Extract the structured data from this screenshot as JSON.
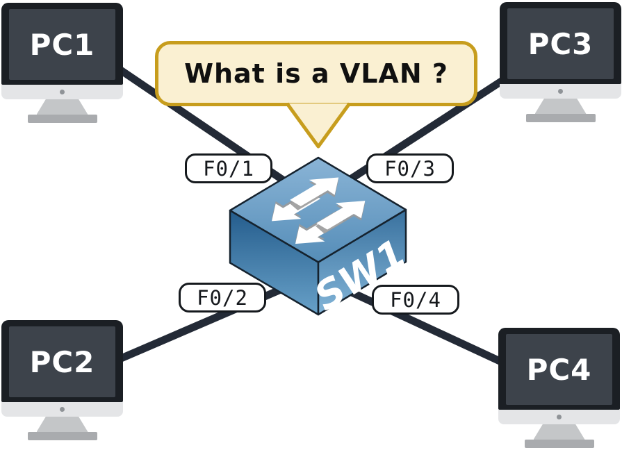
{
  "diagram": {
    "title_bubble": {
      "text": "What is a VLAN ?",
      "fill_color": "#FAF0D2",
      "border_color": "#C79D1D"
    },
    "switch": {
      "label": "SW1",
      "type": "ethernet-switch",
      "top_color": "#6FA3CA",
      "left_face_colors": [
        "#245C8C",
        "#68A1C8"
      ],
      "right_face_colors": [
        "#39719E",
        "#83B5D8"
      ],
      "arrow_color": "#FFFFFF"
    },
    "pcs": [
      {
        "label": "PC1",
        "position": "top-left"
      },
      {
        "label": "PC2",
        "position": "bottom-left"
      },
      {
        "label": "PC3",
        "position": "top-right"
      },
      {
        "label": "PC4",
        "position": "bottom-right"
      }
    ],
    "ports": [
      {
        "label": "F0/1"
      },
      {
        "label": "F0/2"
      },
      {
        "label": "F0/3"
      },
      {
        "label": "F0/4"
      }
    ],
    "links": [
      {
        "from": "PC1",
        "to": "SW1",
        "port": "F0/1"
      },
      {
        "from": "PC2",
        "to": "SW1",
        "port": "F0/2"
      },
      {
        "from": "PC3",
        "to": "SW1",
        "port": "F0/3"
      },
      {
        "from": "PC4",
        "to": "SW1",
        "port": "F0/4"
      }
    ],
    "cable_color": "#232A36",
    "monitor_colors": {
      "bezel": "#1B1F24",
      "screen": "#3D434B",
      "chin": "#E4E5E7",
      "stand": "#A9ABAE"
    }
  }
}
